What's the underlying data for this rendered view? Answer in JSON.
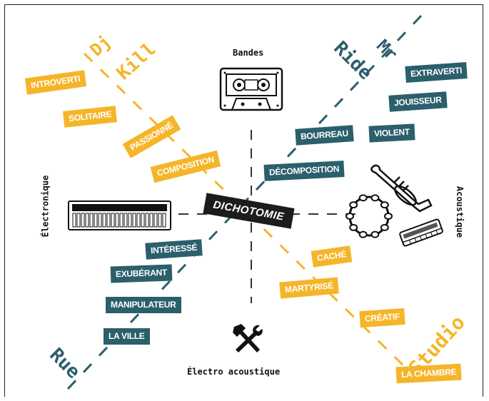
{
  "axes": {
    "top": "Bandes",
    "bottom": "Électro acoustique",
    "left": "Électronique",
    "right": "Acoustique"
  },
  "center": "DICHOTOMIE",
  "names": {
    "dj_kill": [
      "Dj",
      "Kill"
    ],
    "mr_ride": [
      "Mr",
      "Ride"
    ],
    "rue": "Rue",
    "studio": "Studio"
  },
  "tags": {
    "introverti": "INTROVERTI",
    "solitaire": "SOLITAIRE",
    "passionne": "PASSIONNÉ",
    "composition": "COMPOSITION",
    "extraverti": "EXTRAVERTI",
    "jouisseur": "JOUISSEUR",
    "violent": "VIOLENT",
    "bourreau": "BOURREAU",
    "decomposition": "DÉCOMPOSITION",
    "interesse": "INTÉRESSÉ",
    "exuberant": "EXUBÉRANT",
    "manipulateur": "MANIPULATEUR",
    "laville": "LA VILLE",
    "cache": "CACHÉ",
    "martyrise": "MARTYRISÉ",
    "creatif": "CRÉATIF",
    "lachambre": "LA CHAMBRE"
  },
  "colors": {
    "yellow": "#f5b52a",
    "teal": "#2b5f6c",
    "black": "#1c1c1c"
  },
  "icons": [
    "cassette-icon",
    "synthesizer-icon",
    "trumpet-icon",
    "tambourine-icon",
    "harmonica-icon",
    "tools-icon"
  ]
}
